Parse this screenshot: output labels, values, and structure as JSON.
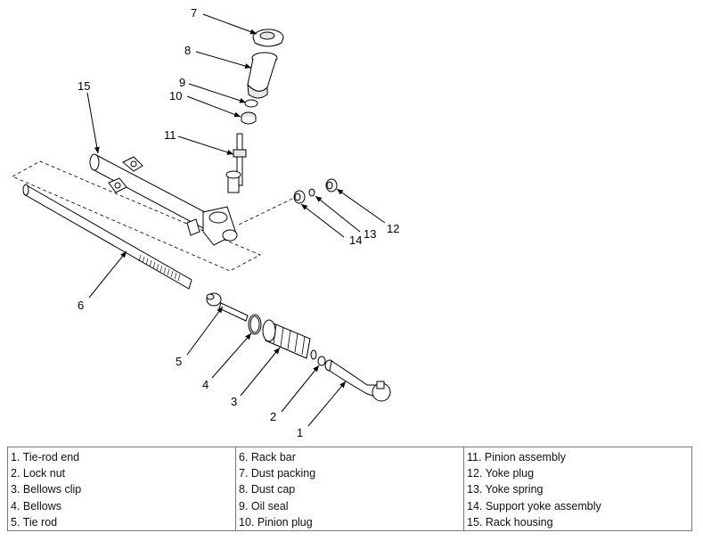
{
  "callouts": [
    "7",
    "8",
    "9",
    "10",
    "15",
    "11",
    "12",
    "13",
    "14",
    "6",
    "5",
    "4",
    "3",
    "2",
    "1"
  ],
  "legend": {
    "columns": [
      [
        "1. Tie-rod end",
        "2. Lock nut",
        "3. Bellows clip",
        "4. Bellows",
        "5. Tie rod"
      ],
      [
        "6. Rack bar",
        "7. Dust packing",
        "8. Dust cap",
        "9. Oil seal",
        "10. Pinion plug"
      ],
      [
        "11. Pinion assembly",
        "12. Yoke plug",
        "13. Yoke spring",
        "14. Support yoke assembly",
        "15. Rack housing"
      ]
    ]
  }
}
